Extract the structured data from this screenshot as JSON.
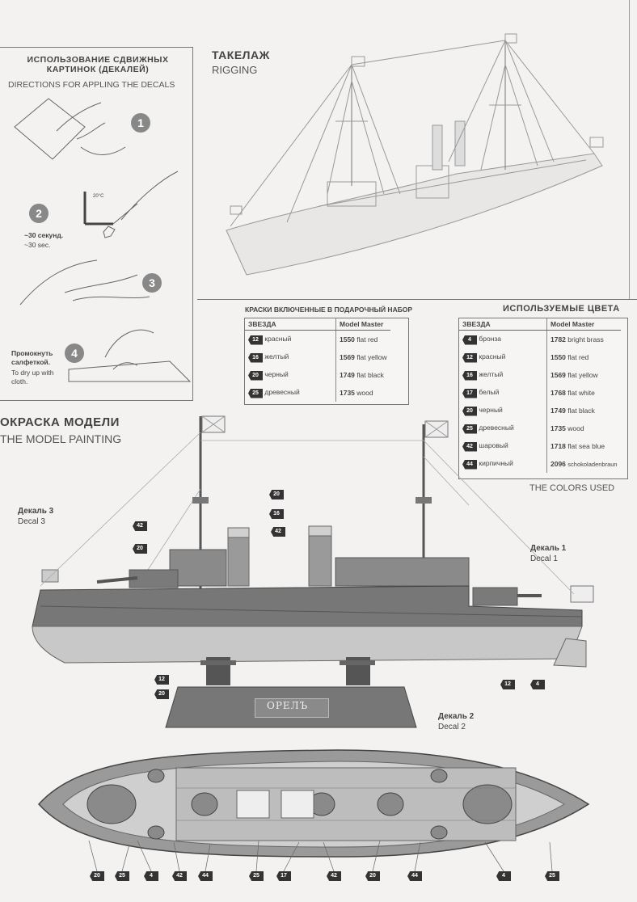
{
  "decals_section": {
    "title_ru": "ИСПОЛЬЗОВАНИЕ СДВИЖНЫХ КАРТИНОК (ДЕКАЛЕЙ)",
    "title_en": "DIRECTIONS FOR APPLING THE DECALS",
    "steps": [
      "1",
      "2",
      "3",
      "4"
    ],
    "temp_label": "20°C",
    "step2_ru": "~30 секунд.",
    "step2_en": "~30 sec.",
    "step4_ru": "Промокнуть салфеткой.",
    "step4_en": "To dry up with cloth."
  },
  "rigging": {
    "title_ru": "ТАКЕЛАЖ",
    "title_en": "RIGGING"
  },
  "gift_set": {
    "title": "КРАСКИ ВКЛЮЧЕННЫЕ В ПОДАРОЧНЫЙ НАБОР",
    "col1": "ЗВЕЗДА",
    "col2": "Model Master",
    "rows": [
      {
        "num": "12",
        "ru": "красный",
        "code": "1550",
        "en": "flat red"
      },
      {
        "num": "16",
        "ru": "желтый",
        "code": "1569",
        "en": "flat yellow"
      },
      {
        "num": "20",
        "ru": "черный",
        "code": "1749",
        "en": "flat black"
      },
      {
        "num": "25",
        "ru": "древесный",
        "code": "1735",
        "en": "wood"
      }
    ]
  },
  "colors_used": {
    "title_ru": "ИСПОЛЬЗУЕМЫЕ ЦВЕТА",
    "title_en": "THE COLORS USED",
    "col1": "ЗВЕЗДА",
    "col2": "Model Master",
    "rows": [
      {
        "num": "4",
        "ru": "бронза",
        "code": "1782",
        "en": "bright brass"
      },
      {
        "num": "12",
        "ru": "красный",
        "code": "1550",
        "en": "flat red"
      },
      {
        "num": "16",
        "ru": "желтый",
        "code": "1569",
        "en": "flat yellow"
      },
      {
        "num": "17",
        "ru": "белый",
        "code": "1768",
        "en": "flat white"
      },
      {
        "num": "20",
        "ru": "черный",
        "code": "1749",
        "en": "flat black"
      },
      {
        "num": "25",
        "ru": "древесный",
        "code": "1735",
        "en": "wood"
      },
      {
        "num": "42",
        "ru": "шаровый",
        "code": "1718",
        "en": "flat sea blue"
      },
      {
        "num": "44",
        "ru": "кирпичный",
        "code": "2096",
        "en": "schokoladenbraun"
      }
    ]
  },
  "painting": {
    "title_ru": "ОКРАСКА МОДЕЛИ",
    "title_en": "THE MODEL PAINTING",
    "decal3_ru": "Декаль 3",
    "decal3_en": "Decal 3",
    "decal1_ru": "Декаль 1",
    "decal1_en": "Decal 1",
    "decal2_ru": "Декаль 2",
    "decal2_en": "Decal 2",
    "stand_name": "ОРЕЛЪ",
    "side_callouts": [
      "20",
      "16",
      "42",
      "42",
      "20",
      "12",
      "20",
      "12",
      "4"
    ],
    "top_callouts": [
      "20",
      "25",
      "4",
      "42",
      "44",
      "25",
      "17",
      "42",
      "20",
      "44",
      "4",
      "25"
    ]
  }
}
